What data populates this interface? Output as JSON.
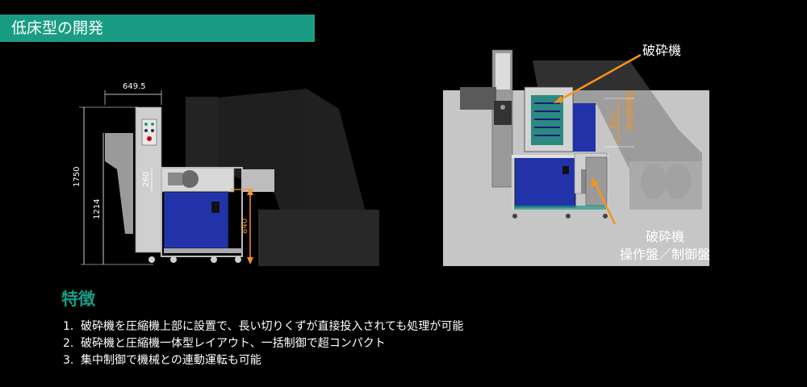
{
  "header": {
    "title": "低床型の開発"
  },
  "left_figure": {
    "dimensions": {
      "width_label": "649.5",
      "total_height_label": "1750",
      "inner_height_label": "1214",
      "crusher_height_label": "260",
      "low_floor_height_label": "840"
    }
  },
  "right_figure": {
    "dimension_label": "690",
    "vertical_note": "回転破砕部",
    "callout_crusher": "破砕機",
    "callout_panel_line1": "破砕機",
    "callout_panel_line2": "操作盤／制御盤"
  },
  "features": {
    "heading": "特徴",
    "items": [
      {
        "num": "1.",
        "text": "破砕機を圧縮機上部に設置で、長い切りくずが直接投入されても処理が可能"
      },
      {
        "num": "2.",
        "text": "破砕機と圧縮機一体型レイアウト、一括制御で超コンパクト"
      },
      {
        "num": "3.",
        "text": "集中制御で機械との連動運転も可能"
      }
    ]
  },
  "colors": {
    "accent": "#1a9c84",
    "dimension_orange": "#f7941d",
    "machine_blue": "#2233aa",
    "machine_gray": "#c8c8c8"
  }
}
